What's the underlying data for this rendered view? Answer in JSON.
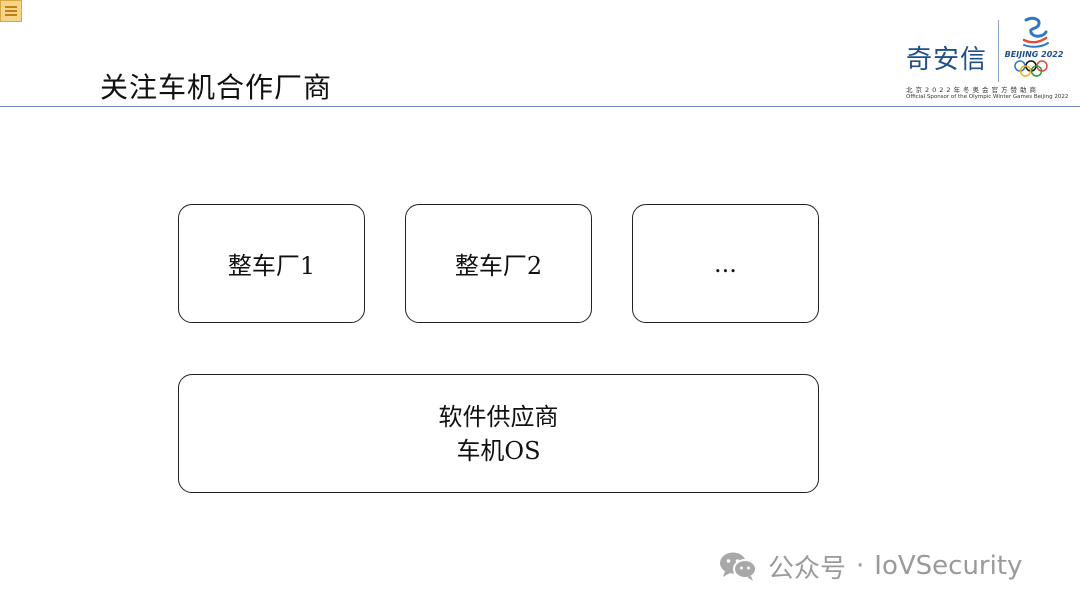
{
  "page": {
    "title": "关注车机合作厂商"
  },
  "sponsor": {
    "brand": "奇安信",
    "emblem_text": "BEIJING 2022",
    "line1": "北京2022年冬奥会官方赞助商",
    "line2": "Official Sponsor of the Olympic Winter Games Beijing 2022",
    "brand_color": "#1f4e8c"
  },
  "diagram": {
    "top_boxes": [
      {
        "label": "整车厂1"
      },
      {
        "label": "整车厂2"
      },
      {
        "label": "..."
      }
    ],
    "bottom_box": {
      "line1": "软件供应商",
      "line2": "车机OS"
    }
  },
  "watermark": {
    "prefix": "公众号",
    "separator": "·",
    "account": "IoVSecurity",
    "icon": "wechat-icon"
  },
  "colors": {
    "rule": "#6f8bb3",
    "watermark": "#9a9a9a"
  }
}
